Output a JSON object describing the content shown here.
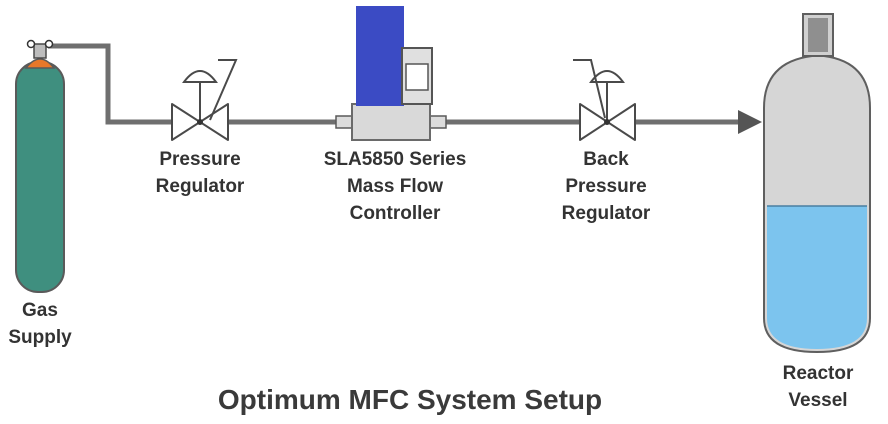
{
  "title": "Optimum MFC System Setup",
  "components": {
    "gas_supply": {
      "line1": "Gas",
      "line2": "Supply"
    },
    "pressure_regulator": {
      "line1": "Pressure",
      "line2": "Regulator"
    },
    "mass_flow_controller": {
      "line1": "SLA5850 Series",
      "line2": "Mass Flow",
      "line3": "Controller"
    },
    "back_pressure_regulator": {
      "line1": "Back",
      "line2": "Pressure",
      "line3": "Regulator"
    },
    "reactor_vessel": {
      "line1": "Reactor",
      "line2": "Vessel"
    }
  },
  "colors": {
    "cylinder": "#3f8f7f",
    "cylinder_cap": "#e8782a",
    "mfc_body": "#3b4bc4",
    "mfc_base": "#d9d9d9",
    "liquid": "#7cc4ee",
    "vessel": "#d6d6d6",
    "pipe": "#6f6f6f"
  }
}
